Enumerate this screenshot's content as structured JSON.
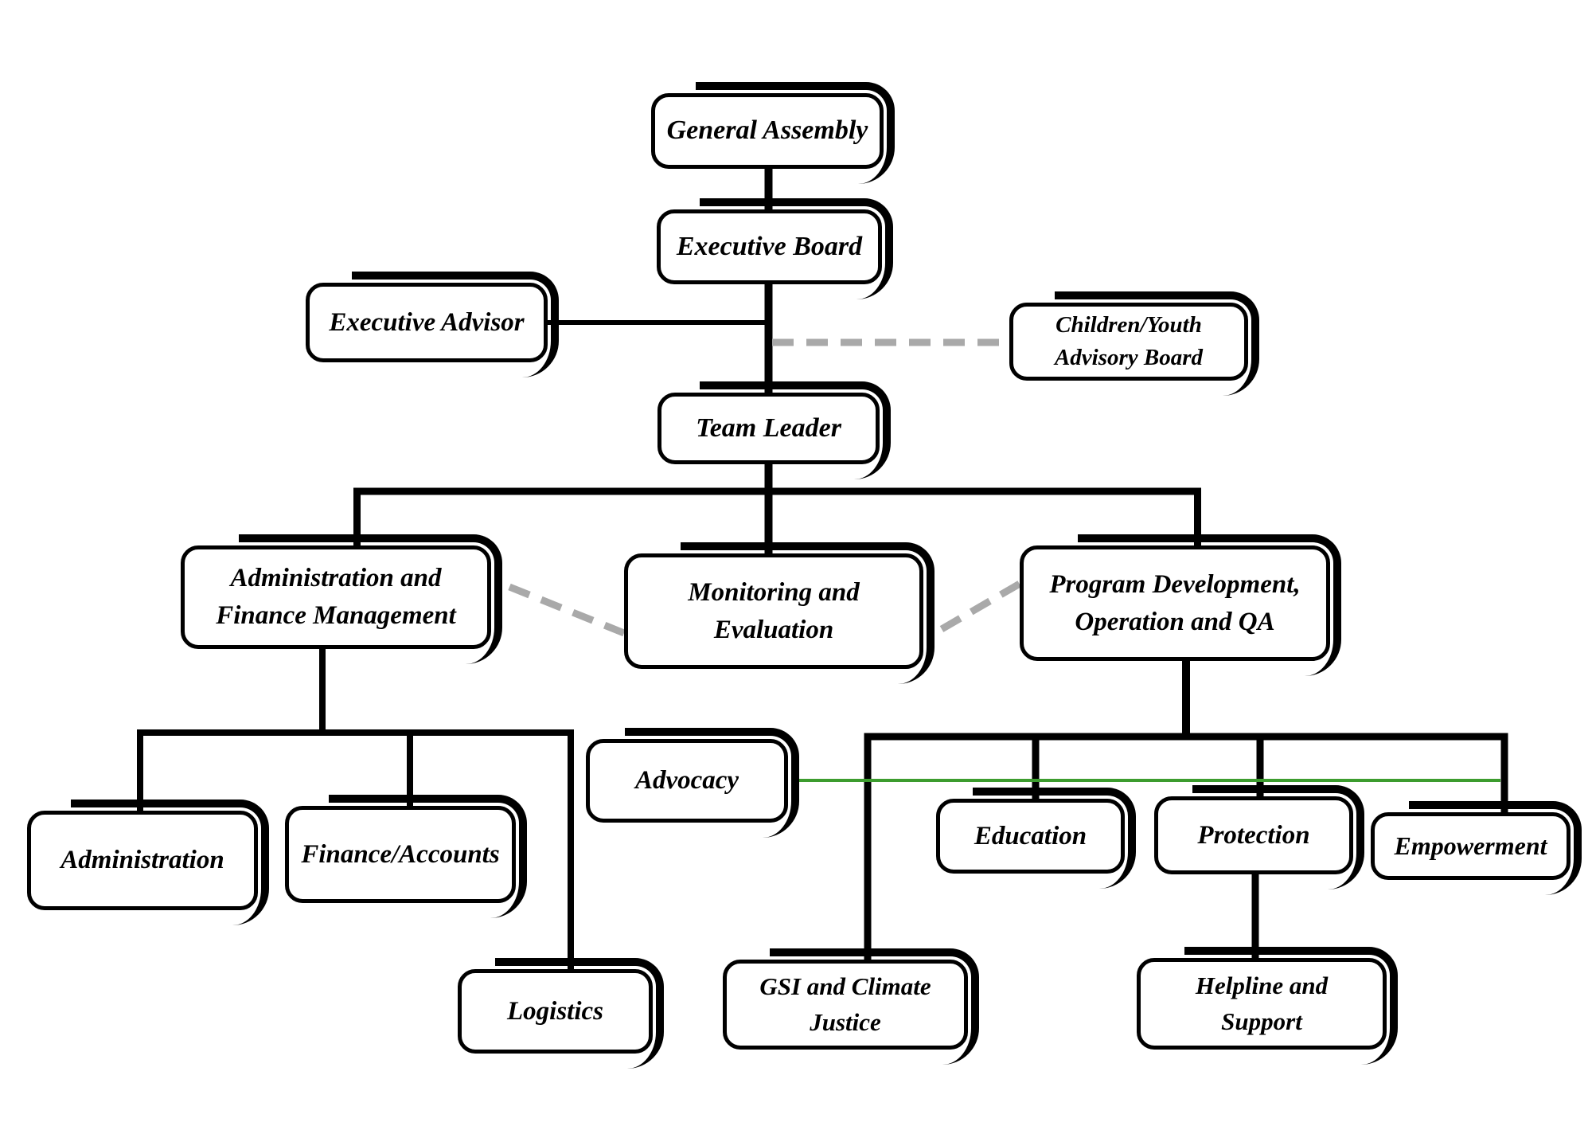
{
  "diagram": {
    "title": "Organizational structure chart",
    "type": "org-chart",
    "nodes": [
      {
        "id": "general-assembly",
        "lines": [
          "General Assembly"
        ]
      },
      {
        "id": "executive-board",
        "lines": [
          "Executive Board"
        ]
      },
      {
        "id": "executive-advisor",
        "lines": [
          "Executive Advisor"
        ]
      },
      {
        "id": "children-youth-advisory-board",
        "lines": [
          "Children/Youth",
          "Advisory Board"
        ]
      },
      {
        "id": "team-leader",
        "lines": [
          "Team Leader"
        ]
      },
      {
        "id": "administration-finance",
        "lines": [
          "Administration and",
          "Finance Management"
        ]
      },
      {
        "id": "monitoring-evaluation",
        "lines": [
          "Monitoring and",
          "Evaluation"
        ]
      },
      {
        "id": "program-development",
        "lines": [
          "Program Development,",
          "Operation and QA"
        ]
      },
      {
        "id": "advocacy",
        "lines": [
          "Advocacy"
        ]
      },
      {
        "id": "administration",
        "lines": [
          "Administration"
        ]
      },
      {
        "id": "finance-accounts",
        "lines": [
          "Finance/Accounts"
        ]
      },
      {
        "id": "logistics",
        "lines": [
          "Logistics"
        ]
      },
      {
        "id": "education",
        "lines": [
          "Education"
        ]
      },
      {
        "id": "protection",
        "lines": [
          "Protection"
        ]
      },
      {
        "id": "empowerment",
        "lines": [
          "Empowerment"
        ]
      },
      {
        "id": "gsi-climate-justice",
        "lines": [
          "GSI and Climate",
          "Justice"
        ]
      },
      {
        "id": "helpline-support",
        "lines": [
          "Helpline and",
          "Support"
        ]
      }
    ],
    "edges": [
      {
        "from": "general-assembly",
        "to": "executive-board",
        "style": "solid"
      },
      {
        "from": "executive-board",
        "to": "team-leader",
        "style": "solid"
      },
      {
        "from": "executive-advisor",
        "to": "executive-board-team-leader-trunk",
        "style": "solid"
      },
      {
        "from": "children-youth-advisory-board",
        "to": "executive-board-team-leader-trunk",
        "style": "dashed"
      },
      {
        "from": "team-leader",
        "to": "administration-finance",
        "style": "solid"
      },
      {
        "from": "team-leader",
        "to": "monitoring-evaluation",
        "style": "solid"
      },
      {
        "from": "team-leader",
        "to": "program-development",
        "style": "solid"
      },
      {
        "from": "administration-finance",
        "to": "monitoring-evaluation",
        "style": "dashed"
      },
      {
        "from": "monitoring-evaluation",
        "to": "program-development",
        "style": "dashed"
      },
      {
        "from": "administration-finance",
        "to": "administration",
        "style": "solid"
      },
      {
        "from": "administration-finance",
        "to": "finance-accounts",
        "style": "solid"
      },
      {
        "from": "administration-finance",
        "to": "logistics",
        "style": "solid"
      },
      {
        "from": "program-development",
        "to": "gsi-climate-justice",
        "style": "solid"
      },
      {
        "from": "program-development",
        "to": "education",
        "style": "solid"
      },
      {
        "from": "program-development",
        "to": "protection",
        "style": "solid"
      },
      {
        "from": "program-development",
        "to": "empowerment",
        "style": "solid"
      },
      {
        "from": "advocacy",
        "to": "program-development-branch",
        "style": "green"
      },
      {
        "from": "protection",
        "to": "helpline-support",
        "style": "solid"
      }
    ],
    "colors": {
      "line_black": "#000000",
      "dashed_gray": "#a9a9a9",
      "advocacy_green": "#3c9c2e",
      "box_fill": "#ffffff"
    }
  }
}
